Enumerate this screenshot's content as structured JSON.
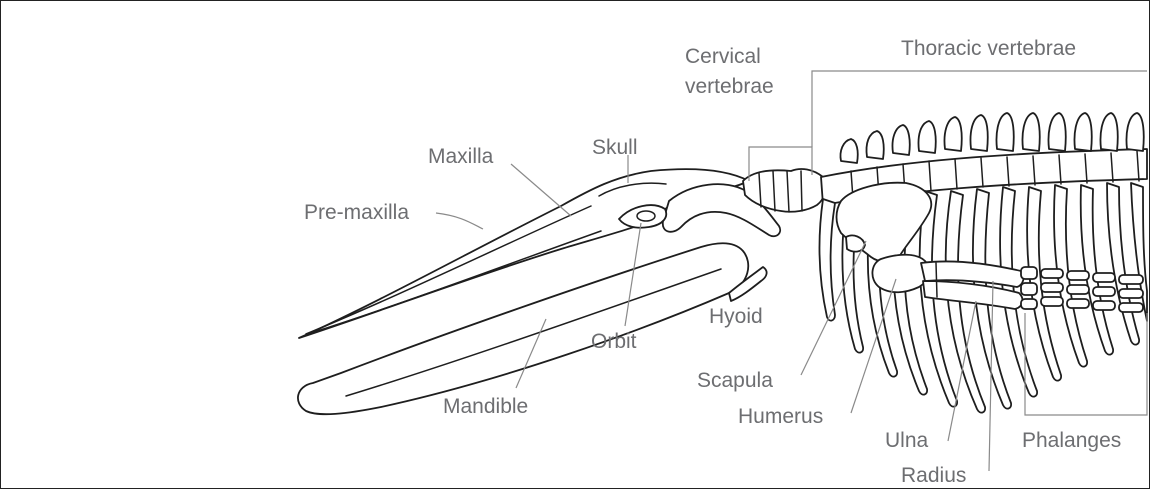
{
  "diagram": {
    "colors": {
      "label": "#6d6e71",
      "outline": "#1e1e1e",
      "leader": "#8a8a8a",
      "background": "#ffffff"
    },
    "labels": {
      "cervical_line1": "Cervical",
      "cervical_line2": "vertebrae",
      "thoracic": "Thoracic vertebrae",
      "skull": "Skull",
      "maxilla": "Maxilla",
      "premaxilla": "Pre-maxilla",
      "hyoid": "Hyoid",
      "orbit": "Orbit",
      "mandible": "Mandible",
      "scapula": "Scapula",
      "humerus": "Humerus",
      "ulna": "Ulna",
      "radius": "Radius",
      "phalanges": "Phalanges"
    }
  }
}
